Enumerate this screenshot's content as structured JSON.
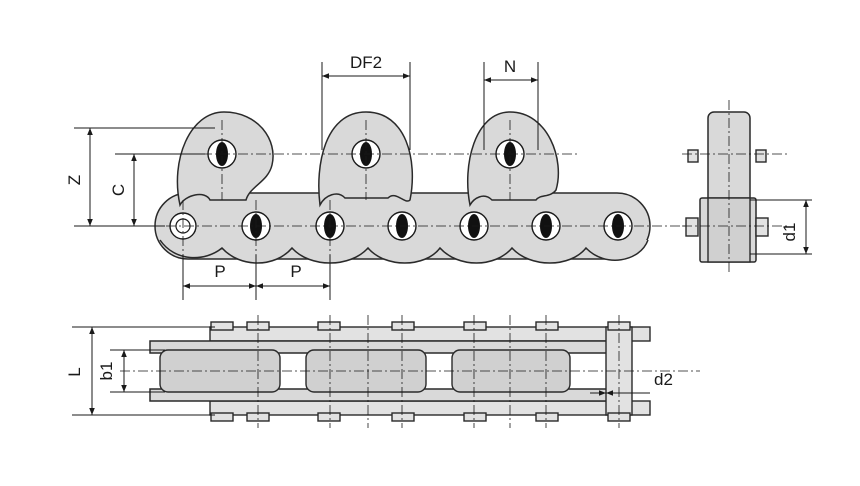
{
  "labels": {
    "df2": "DF2",
    "n": "N",
    "z": "Z",
    "c": "C",
    "p1": "P",
    "p2": "P",
    "d1": "d1",
    "l": "L",
    "b1": "b1",
    "d2": "d2"
  }
}
